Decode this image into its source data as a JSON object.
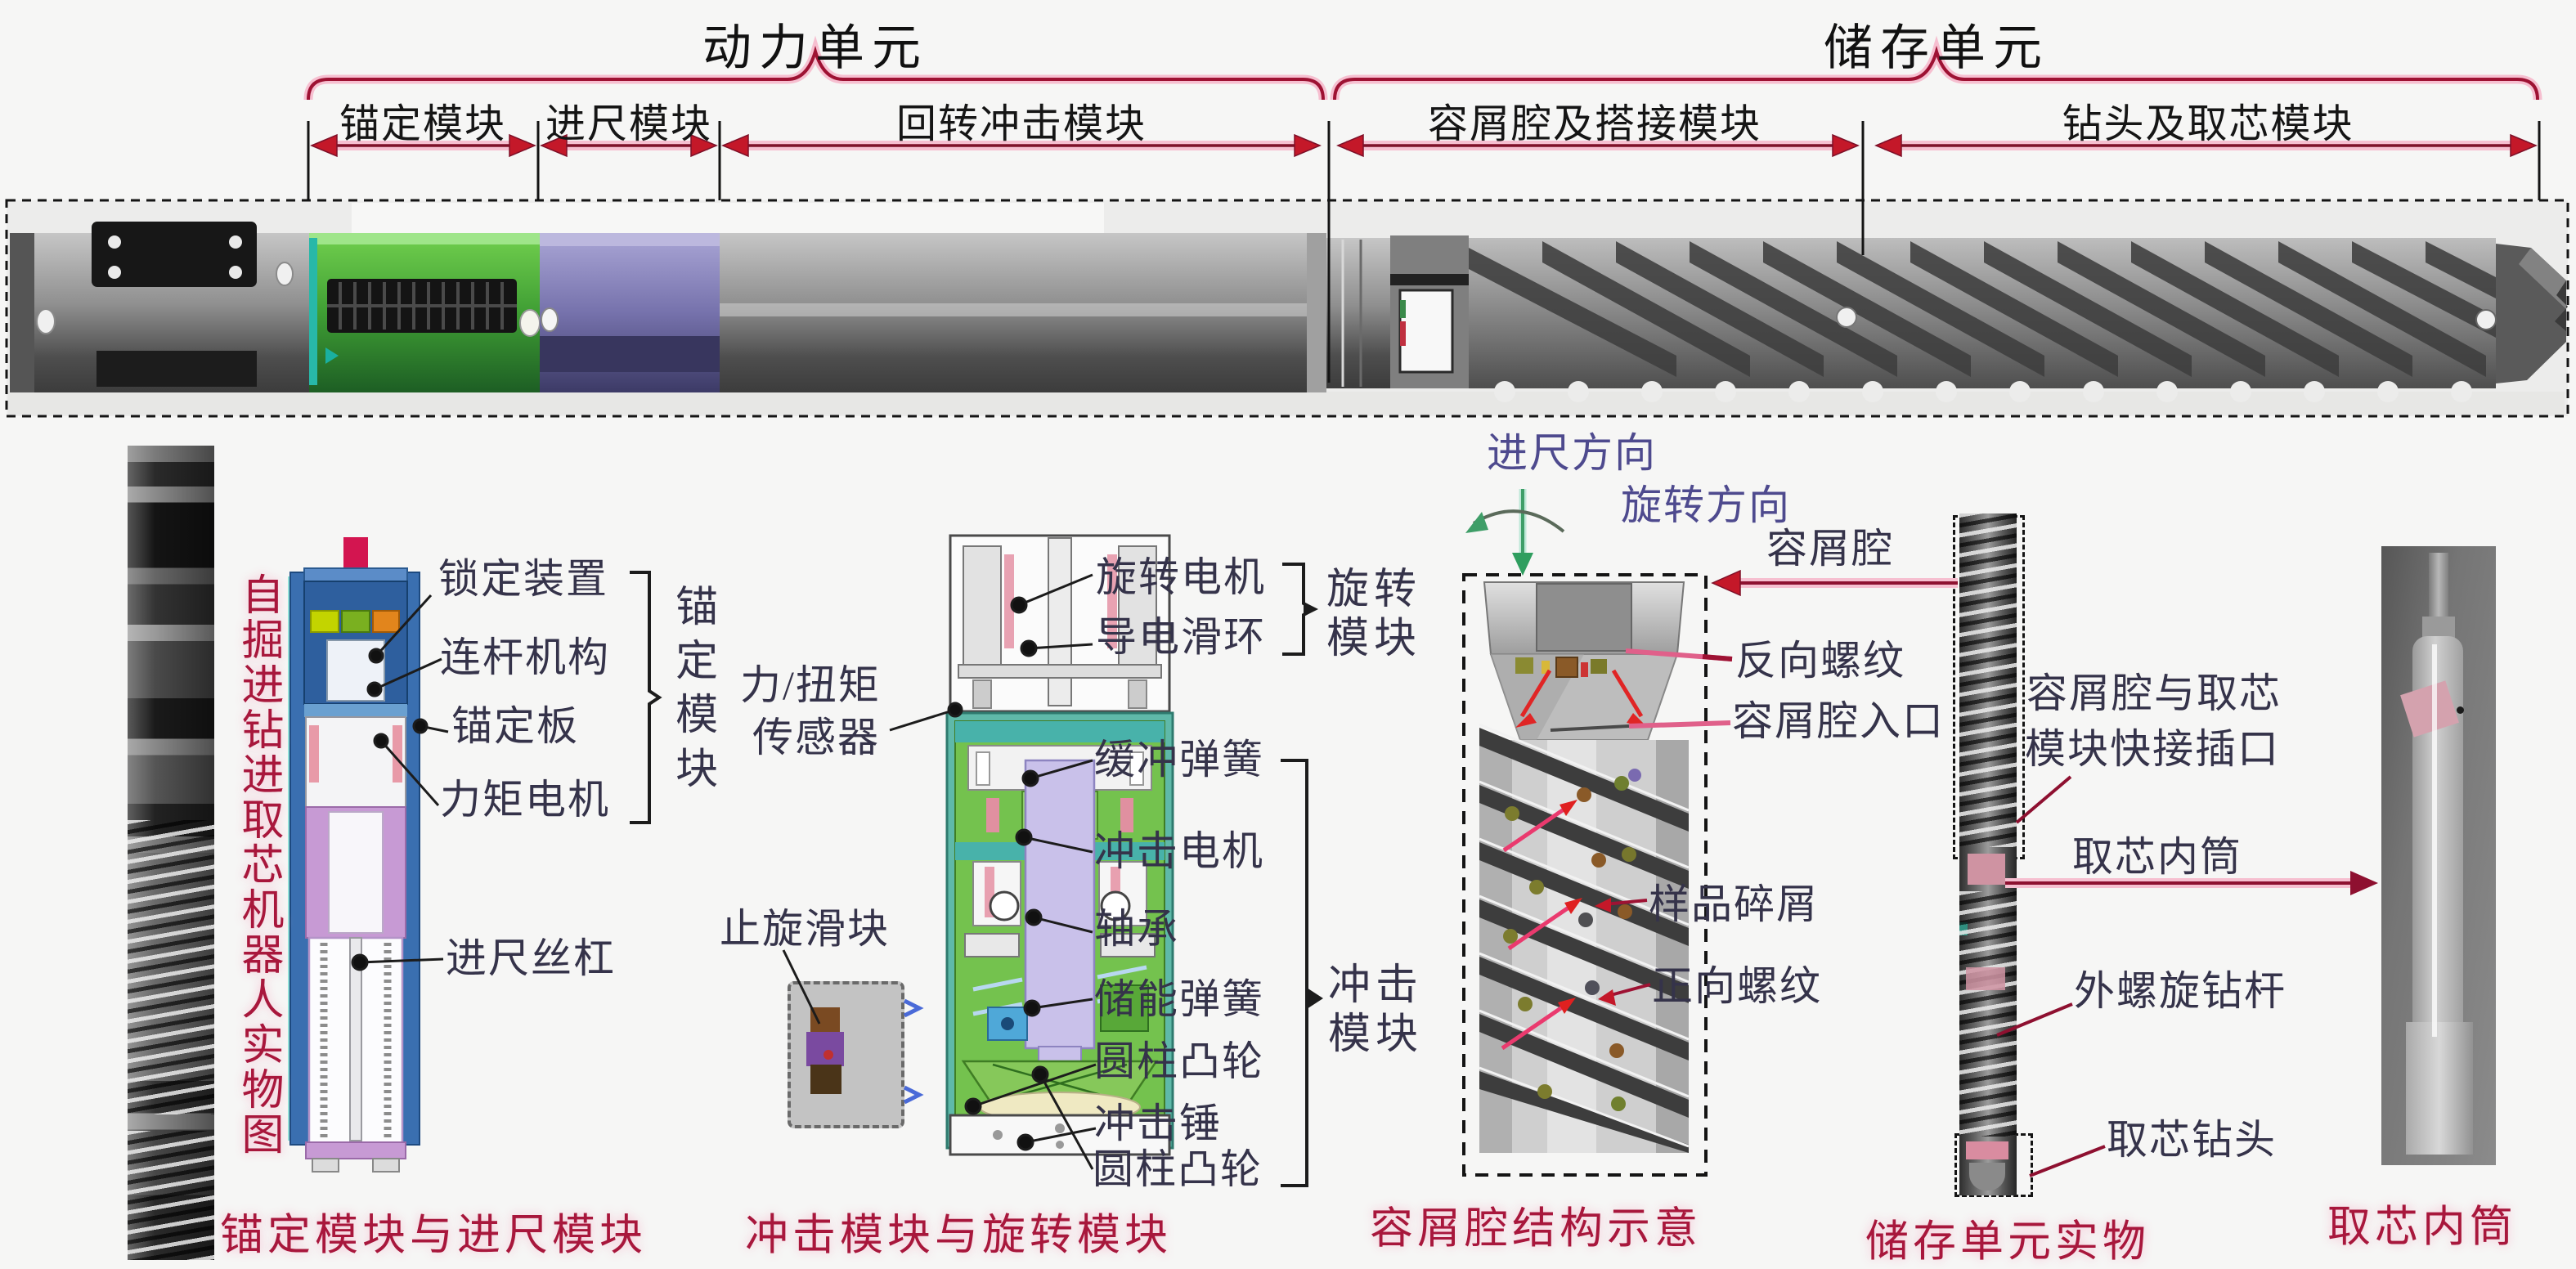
{
  "figure": {
    "power_unit": "动力单元",
    "storage_unit": "储存单元",
    "modules": [
      "锚定模块",
      "进尺模块",
      "回转冲击模块",
      "容屑腔及搭接模块",
      "钻头及取芯模块"
    ],
    "photo_caption": "自掘进钻进取芯机器人实物图",
    "anchor": {
      "lock_device": "锁定装置",
      "linkage": "连杆机构",
      "anchor_plate": "锚定板",
      "torque_motor": "力矩电机",
      "module_name": "锚定模块",
      "feed_screw": "进尺丝杠",
      "caption": "锚定模块与进尺模块"
    },
    "impact": {
      "sensor_line1": "力/扭矩",
      "sensor_line2": "传感器",
      "rotary_motor": "旋转电机",
      "slip_ring": "导电滑环",
      "rotary_module_line1": "旋转",
      "rotary_module_line2": "模块",
      "buffer_spring": "缓冲弹簧",
      "impact_motor": "冲击电机",
      "bearing": "轴承",
      "energy_spring": "储能弹簧",
      "cylindrical_cam_upper": "圆柱凸轮",
      "impact_hammer": "冲击锤",
      "cylindrical_cam_lower": "圆柱凸轮",
      "impact_module_line1": "冲击",
      "impact_module_line2": "模块",
      "anti_rotation_slider": "止旋滑块",
      "caption": "冲击模块与旋转模块"
    },
    "chip_chamber": {
      "feed_direction": "进尺方向",
      "rotation_direction": "旋转方向",
      "chamber": "容屑腔",
      "reverse_thread": "反向螺纹",
      "chamber_inlet": "容屑腔入口",
      "sample_debris": "样品碎屑",
      "forward_thread": "正向螺纹",
      "caption": "容屑腔结构示意"
    },
    "storage": {
      "quick_connect_line1": "容屑腔与取芯",
      "quick_connect_line2": "模块快接插口",
      "core_tube": "取芯内筒",
      "spiral_rod": "外螺旋钻杆",
      "core_bit": "取芯钻头",
      "caption": "储存单元实物"
    },
    "core_tube_photo_caption": "取芯内筒",
    "colors": {
      "accent_crimson": "#a8173c",
      "pink_glow": "#f6bfd0",
      "label_dark": "#35334a",
      "label_indigo": "#4e4a8e",
      "module_green": "#4fbf3f",
      "module_purple": "#8a86c0",
      "cad_teal": "#48b2aa",
      "cad_green": "#74c24e",
      "cad_blue": "#2e5f9e",
      "cad_lavender": "#c9c1ea",
      "cad_plum": "#c79ad4",
      "rod_crimson": "#d31550"
    }
  }
}
